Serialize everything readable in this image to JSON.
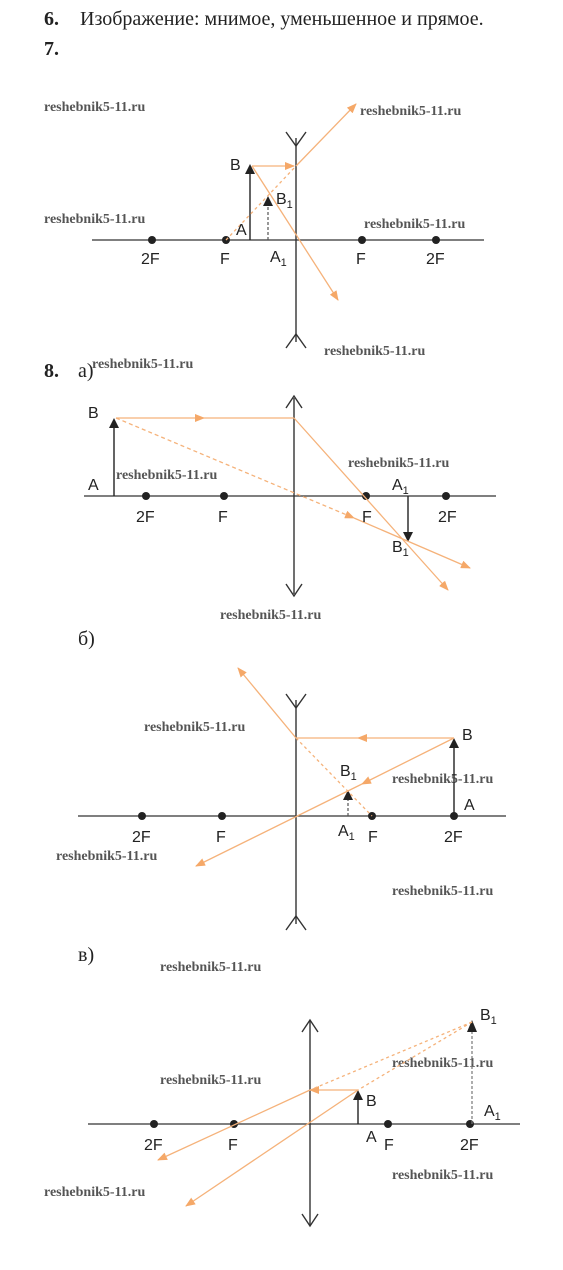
{
  "item6": {
    "number": "6.",
    "text": "Изображение: мнимое, уменьшенное и прямое."
  },
  "item7": {
    "number": "7."
  },
  "item8": {
    "number": "8.",
    "sub_a": "а)",
    "sub_b": "б)",
    "sub_v": "в)"
  },
  "watermark": "reshebnik5-11.ru",
  "labels": {
    "two_f": "2F",
    "f": "F",
    "a": "A",
    "b": "B",
    "a1": "A",
    "b1": "B",
    "sub1": "1"
  },
  "colors": {
    "ray": "#f5b27a",
    "ray_dark": "#e8955a",
    "line": "#222222",
    "dash": "#888888"
  }
}
